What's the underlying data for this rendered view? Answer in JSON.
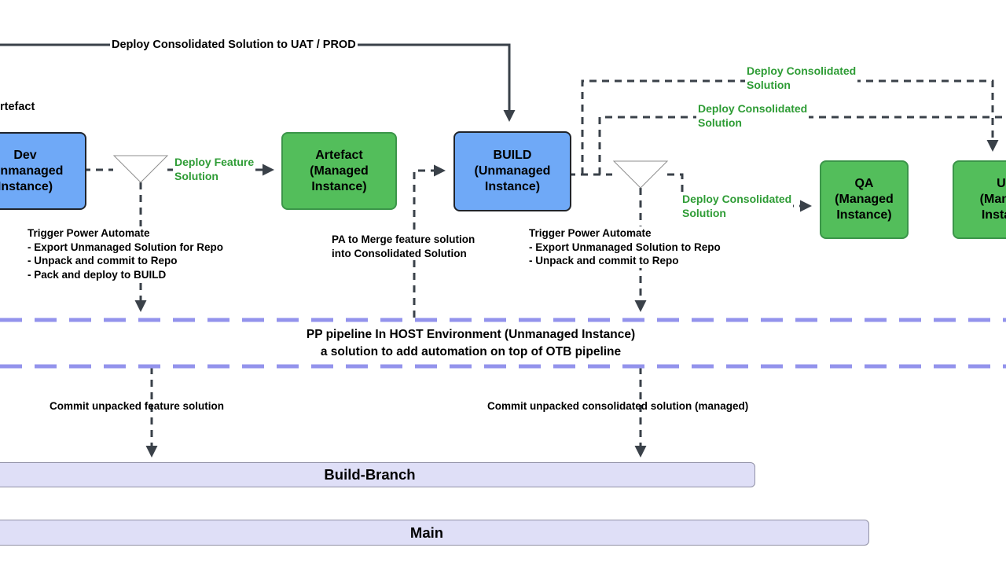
{
  "diagram": {
    "top_label": "Deploy Consolidated Solution to UAT / PROD",
    "artefact_cut_label": "rtefact",
    "nodes": {
      "dev": {
        "lines": [
          "Dev",
          "(Unmanaged",
          "Instance)"
        ]
      },
      "artefact": {
        "lines": [
          "Artefact",
          "(Managed",
          "Instance)"
        ]
      },
      "build": {
        "lines": [
          "BUILD",
          "(Unmanaged",
          "Instance)"
        ]
      },
      "qa": {
        "lines": [
          "QA",
          "(Managed",
          "Instance)"
        ]
      },
      "uat": {
        "lines": [
          "UAT",
          "(Managed",
          "Instance)"
        ]
      }
    },
    "edge_labels": {
      "deploy_feature": {
        "lines": [
          "Deploy Feature",
          "Solution"
        ]
      },
      "deploy_consolidated_1": {
        "lines": [
          "Deploy Consolidated",
          "Solution"
        ]
      },
      "deploy_consolidated_2": {
        "lines": [
          "Deploy Consolidated",
          "Solution"
        ]
      },
      "deploy_consolidated_3": {
        "lines": [
          "Deploy Consolidated",
          "Solution"
        ]
      }
    },
    "annotations": {
      "trigger_left": {
        "lines": [
          "Trigger Power Automate",
          "- Export Unmanaged Solution for Repo",
          "- Unpack and commit to Repo",
          "- Pack and deploy to BUILD"
        ]
      },
      "pa_merge": {
        "lines": [
          "PA to Merge feature solution",
          "into Consolidated Solution"
        ]
      },
      "trigger_right": {
        "lines": [
          "Trigger Power Automate",
          "- Export Unmanaged Solution to Repo",
          "- Unpack and commit to Repo"
        ]
      },
      "commit_feature": "Commit unpacked feature solution",
      "commit_consolidated": "Commit unpacked consolidated solution (managed)"
    },
    "host_band": {
      "lines": [
        "PP pipeline In HOST Environment (Unmanaged Instance)",
        "a solution to add automation on top of OTB pipeline"
      ]
    },
    "branches": {
      "build_branch": "Build-Branch",
      "main": "Main"
    },
    "colors": {
      "node_blue": "#6FA9F7",
      "node_green": "#53BE5B",
      "green_text": "#2E9C35",
      "connector_dark": "#3A4149",
      "band_purple": "#9393EC",
      "branch_fill": "#DFDFF7",
      "triangle_fill": "#FFFFFF"
    }
  }
}
